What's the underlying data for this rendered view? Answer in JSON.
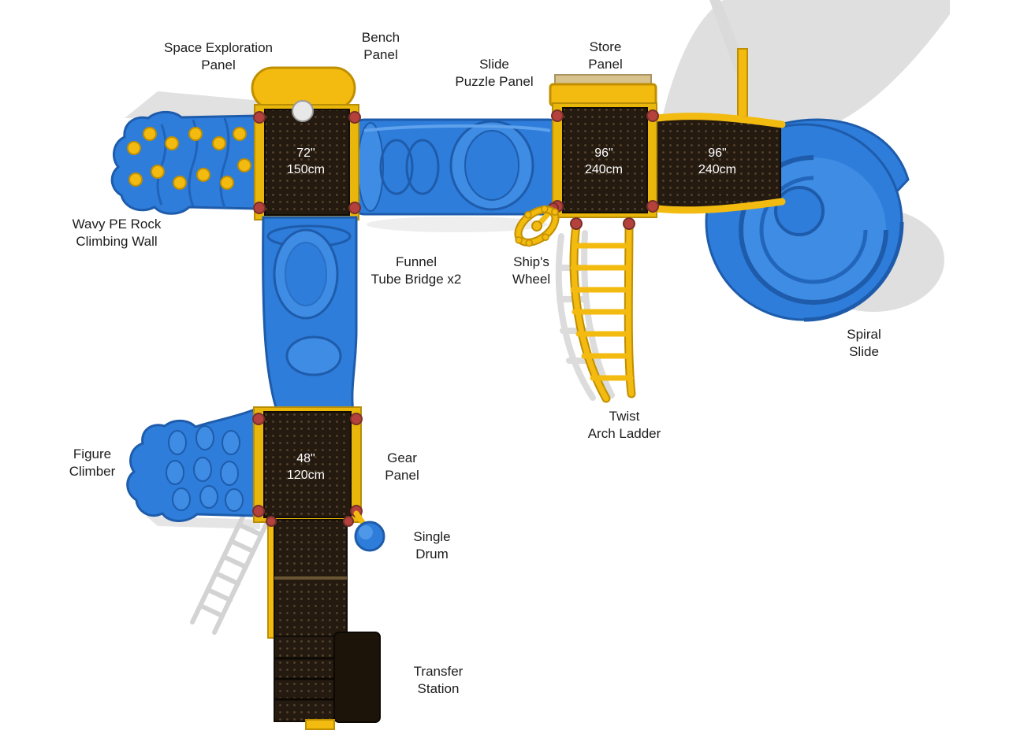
{
  "diagram": {
    "labels": {
      "space_exploration_panel": "Space Exploration\nPanel",
      "bench_panel": "Bench\nPanel",
      "slide_puzzle_panel": "Slide\nPuzzle Panel",
      "store_panel": "Store\nPanel",
      "wavy_rock_wall": "Wavy PE Rock\nClimbing Wall",
      "funnel_tube_bridge": "Funnel\nTube Bridge x2",
      "ships_wheel": "Ship's\nWheel",
      "spiral_slide": "Spiral\nSlide",
      "twist_arch_ladder": "Twist\nArch Ladder",
      "figure_climber": "Figure\nClimber",
      "gear_panel": "Gear\nPanel",
      "single_drum": "Single\nDrum",
      "transfer_station": "Transfer\nStation"
    },
    "deck_sizes": {
      "deck_72": "72\"\n150cm",
      "deck_96_a": "96\"\n240cm",
      "deck_96_b": "96\"\n240cm",
      "deck_48": "48\"\n120cm"
    },
    "colors": {
      "blue": "#2e7ddb",
      "blue_highlight": "#3f8ce4",
      "blue_dark": "#1e5cab",
      "yellow": "#f3bb10",
      "yellow_dark": "#c08f00",
      "panel_dark": "#241a10",
      "clamp_red": "#b5413c",
      "shadow_gray": "#dcdcdc",
      "store_tan": "#d8c28e",
      "label_text": "#1c1c1c",
      "deck_text": "#ffffff"
    }
  }
}
